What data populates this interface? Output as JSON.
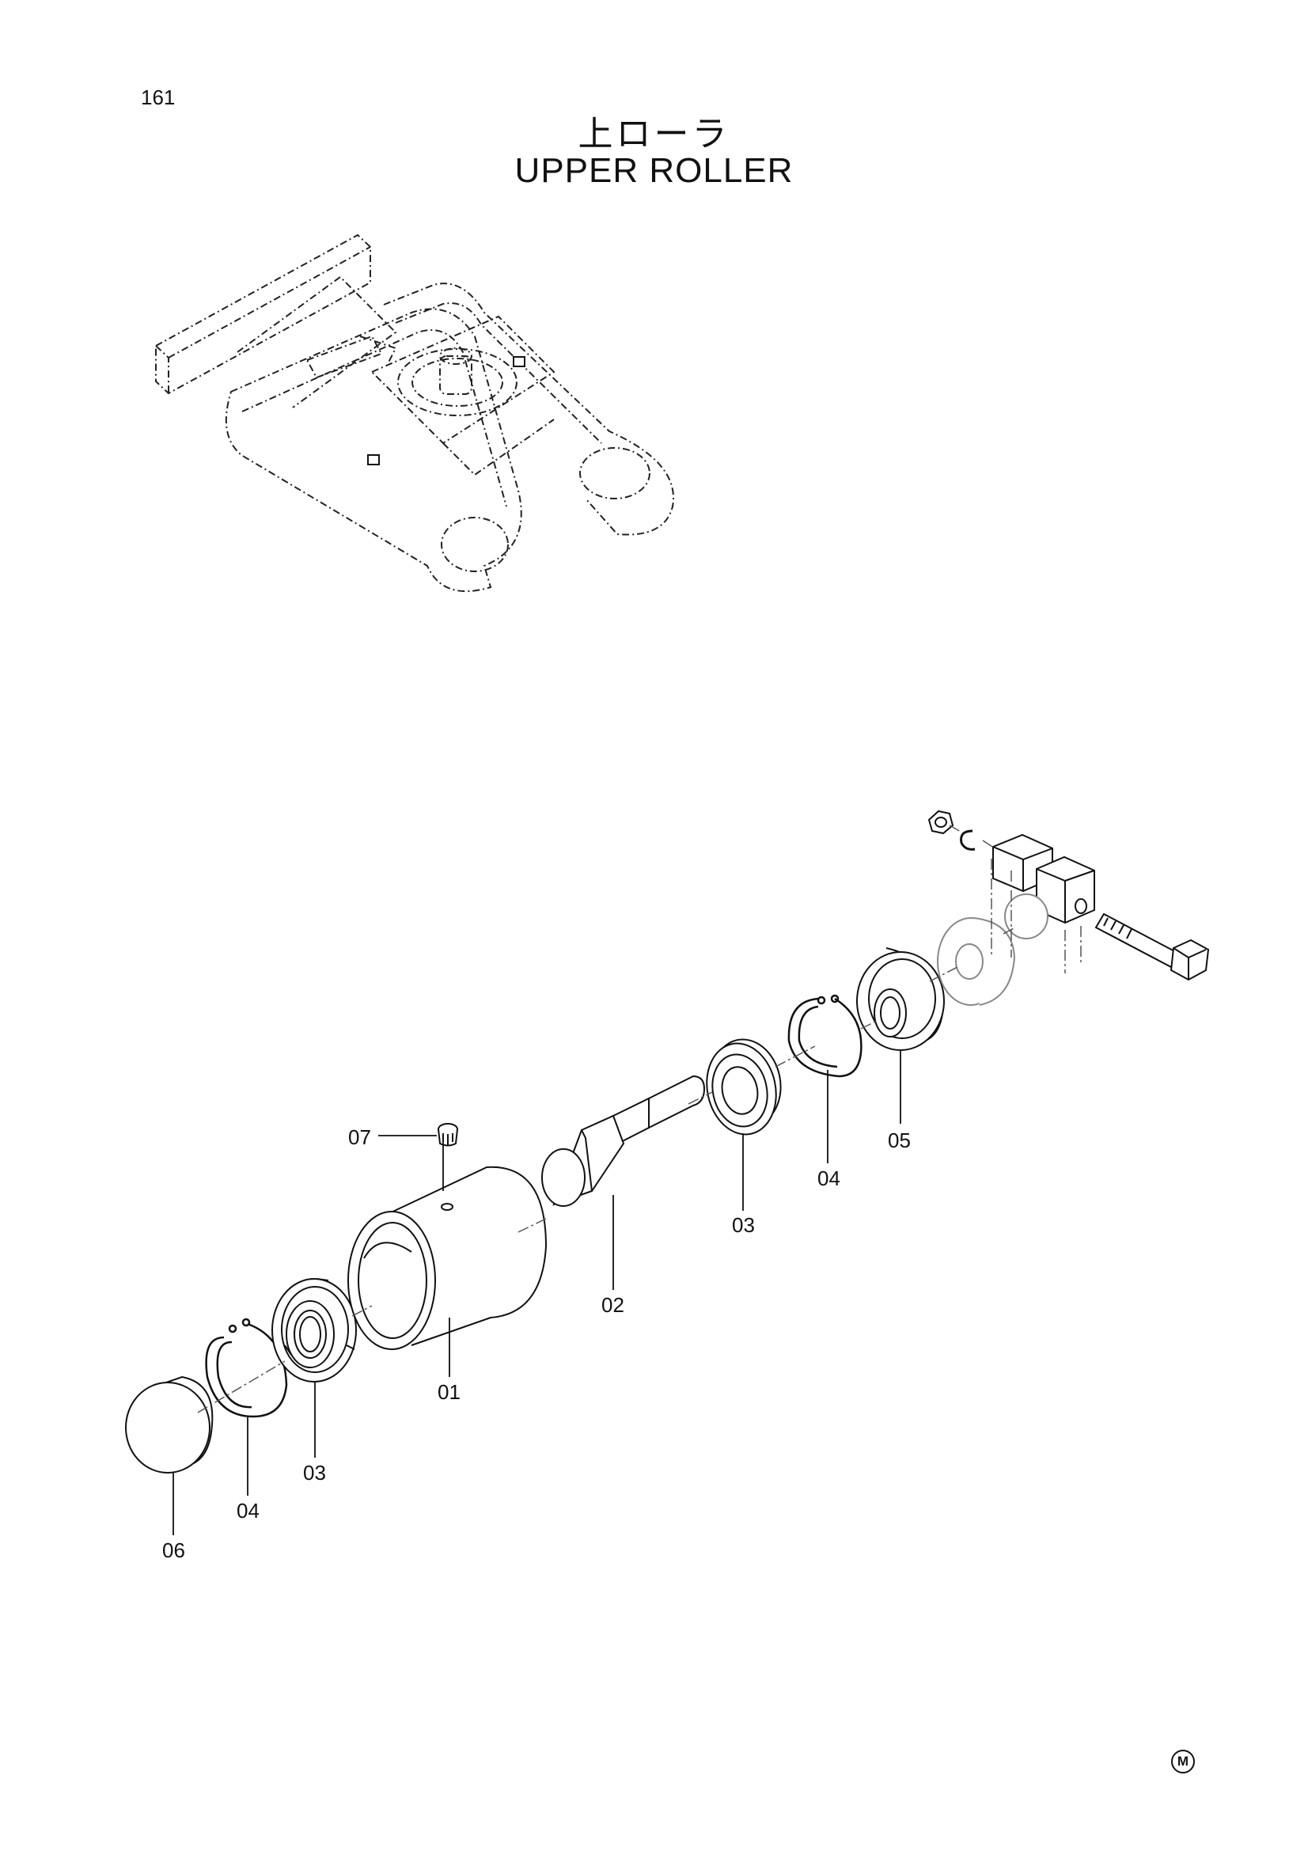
{
  "page_number": "161",
  "title_ja": "上ローラ",
  "title_en": "UPPER ROLLER",
  "mark": "M",
  "callouts": {
    "c01": "01",
    "c02": "02",
    "c03a": "03",
    "c03b": "03",
    "c04a": "04",
    "c04b": "04",
    "c05": "05",
    "c06": "06",
    "c07": "07"
  }
}
